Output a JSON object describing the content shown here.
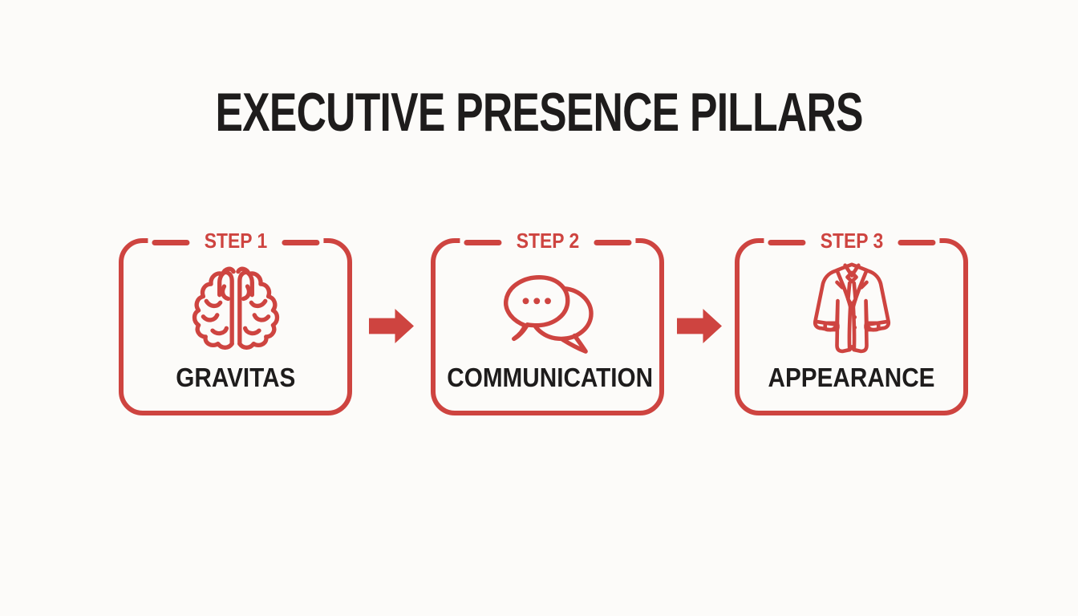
{
  "title": "EXECUTIVE PRESENCE PILLARS",
  "colors": {
    "accent_red": "#CE4440",
    "text_ink": "#1E1C1C",
    "background": "#FCFBF9"
  },
  "steps": [
    {
      "step_label": "STEP 1",
      "name": "GRAVITAS",
      "icon": "brain-icon"
    },
    {
      "step_label": "STEP 2",
      "name": "COMMUNICATION",
      "icon": "chat-bubbles-icon"
    },
    {
      "step_label": "STEP 3",
      "name": "APPEARANCE",
      "icon": "suit-icon"
    }
  ],
  "arrows": [
    {
      "icon": "arrow-right-icon"
    },
    {
      "icon": "arrow-right-icon"
    }
  ]
}
